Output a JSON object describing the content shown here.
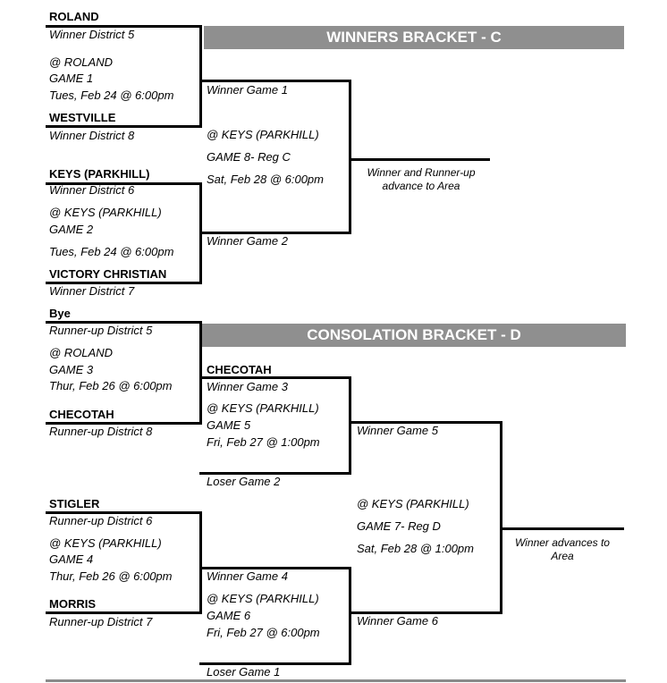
{
  "winners": {
    "banner": "WINNERS BRACKET - C",
    "g1": {
      "team1": "ROLAND",
      "team1_seed": "Winner District 5",
      "site": "@ ROLAND",
      "game": "GAME 1",
      "time": "Tues, Feb 24 @ 6:00pm",
      "team2": "WESTVILLE",
      "team2_seed": "Winner District 8"
    },
    "g2": {
      "team1": "KEYS (PARKHILL)",
      "team1_seed": "Winner District 6",
      "site": "@ KEYS (PARKHILL)",
      "game": "GAME 2",
      "time": "Tues, Feb 24 @ 6:00pm",
      "team2": "VICTORY CHRISTIAN",
      "team2_seed": "Winner District 7"
    },
    "g8": {
      "top": "Winner Game 1",
      "site": "@ KEYS (PARKHILL)",
      "game": "GAME 8- Reg C",
      "time": "Sat, Feb 28 @ 6:00pm",
      "bottom": "Winner Game 2"
    },
    "advance_line1": "Winner and Runner-up",
    "advance_line2": "advance to Area"
  },
  "consolation": {
    "banner": "CONSOLATION BRACKET - D",
    "g3": {
      "team1": "Bye",
      "team1_seed": "Runner-up District 5",
      "site": "@ ROLAND",
      "game": "GAME 3",
      "time": "Thur, Feb 26 @ 6:00pm",
      "team2": "CHECOTAH",
      "team2_seed": "Runner-up District 8"
    },
    "g4": {
      "team1": "STIGLER",
      "team1_seed": "Runner-up District 6",
      "site": "@ KEYS (PARKHILL)",
      "game": "GAME 4",
      "time": "Thur, Feb 26 @ 6:00pm",
      "team2": "MORRIS",
      "team2_seed": "Runner-up District 7"
    },
    "g5": {
      "team": "CHECOTAH",
      "top": "Winner Game 3",
      "site": "@ KEYS (PARKHILL)",
      "game": "GAME 5",
      "time": "Fri, Feb 27 @ 1:00pm",
      "bottom": "Loser Game 2"
    },
    "g6": {
      "top": "Winner Game 4",
      "site": "@ KEYS (PARKHILL)",
      "game": "GAME 6",
      "time": "Fri, Feb 27 @ 6:00pm",
      "bottom": "Loser Game 1"
    },
    "g7": {
      "top": "Winner Game 5",
      "site": "@ KEYS (PARKHILL)",
      "game": "GAME 7- Reg D",
      "time": "Sat, Feb 28 @ 1:00pm",
      "bottom": "Winner Game 6"
    },
    "advance_line1": "Winner  advances to",
    "advance_line2": "Area"
  }
}
